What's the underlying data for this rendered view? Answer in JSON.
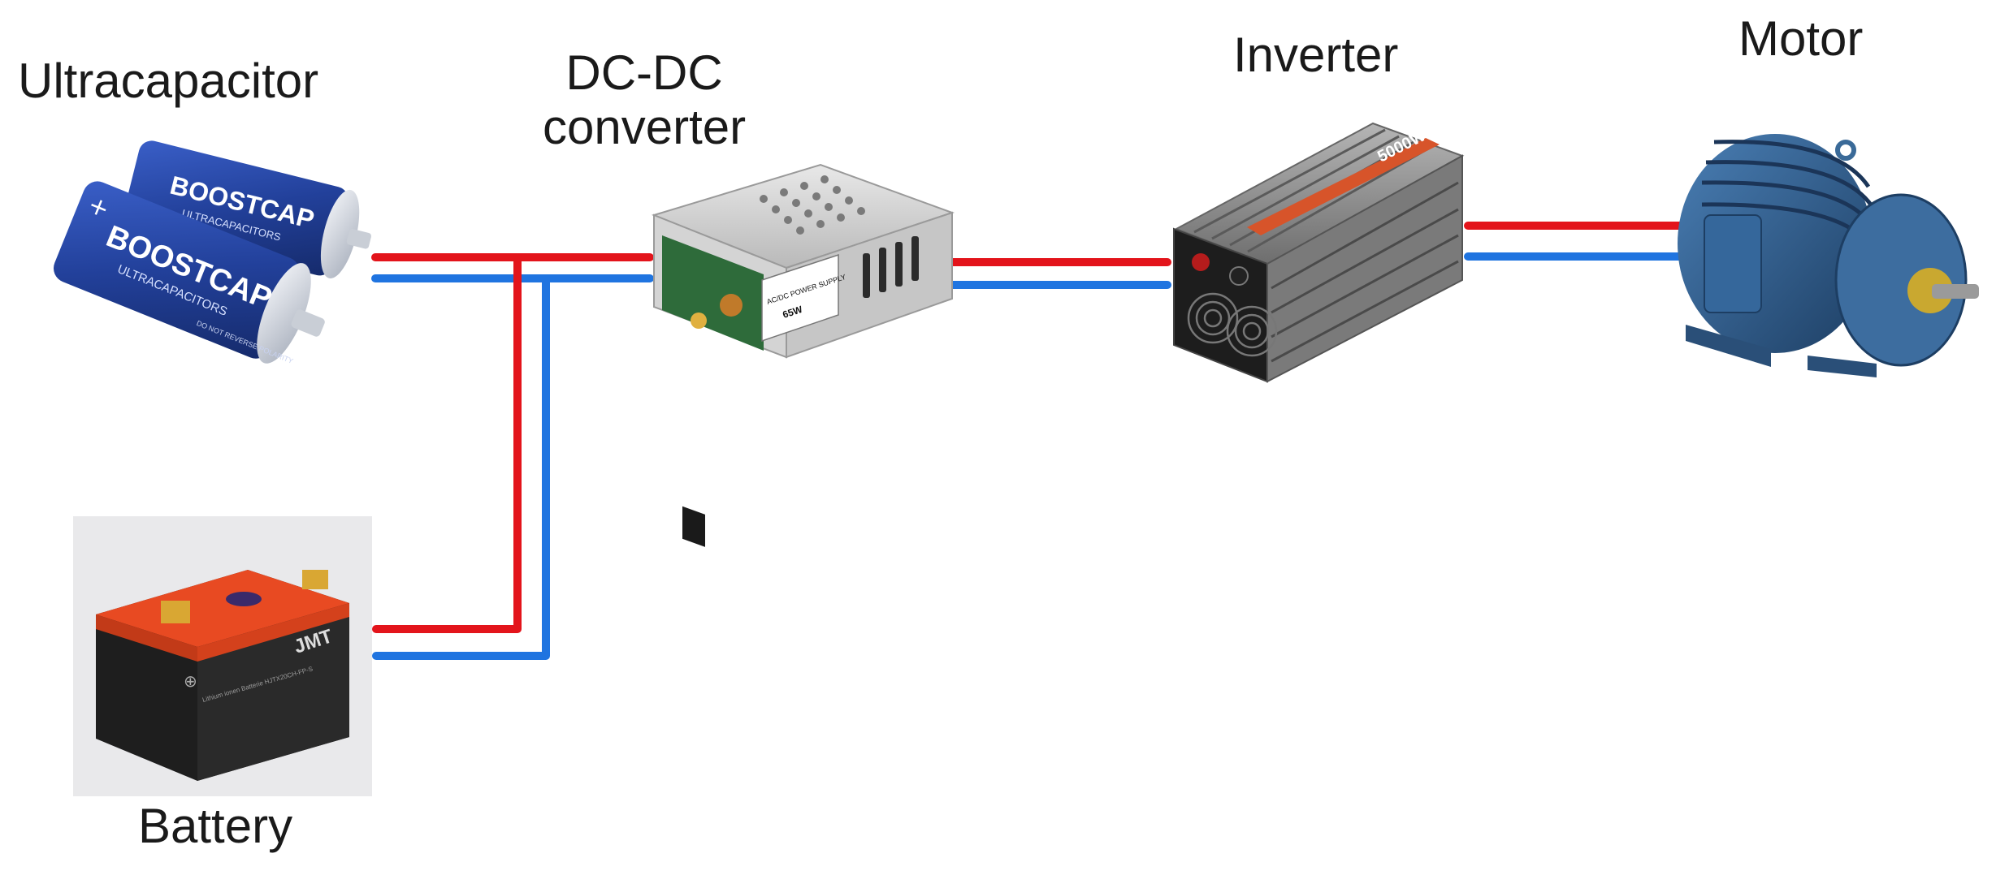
{
  "labels": {
    "ultracapacitor": "Ultracapacitor",
    "dcdc_line1": "DC-DC",
    "dcdc_line2": "converter",
    "inverter": "Inverter",
    "motor": "Motor",
    "battery": "Battery"
  },
  "product_markings": {
    "ultracap_brand": "BOOSTCAP",
    "ultracap_sub": "ULTRACAPACITORS",
    "ultracap_warning": "DO NOT REVERSE POLARITY",
    "dcdc_label_1": "AC/DC POWER SUPPLY",
    "dcdc_label_2": "65W",
    "inverter_brand": "5000W",
    "battery_brand": "JMT",
    "battery_text": "Lithium ionen Batterie HJTX20CH-FP-S"
  },
  "colors": {
    "positive_wire": "#e3141b",
    "negative_wire": "#1f74e0",
    "ultracap_body": "#233f9a",
    "inverter_body": "#8c8c8c",
    "motor_body": "#2d5a8a",
    "battery_top": "#e84a22",
    "battery_body": "#1e1e1e"
  }
}
